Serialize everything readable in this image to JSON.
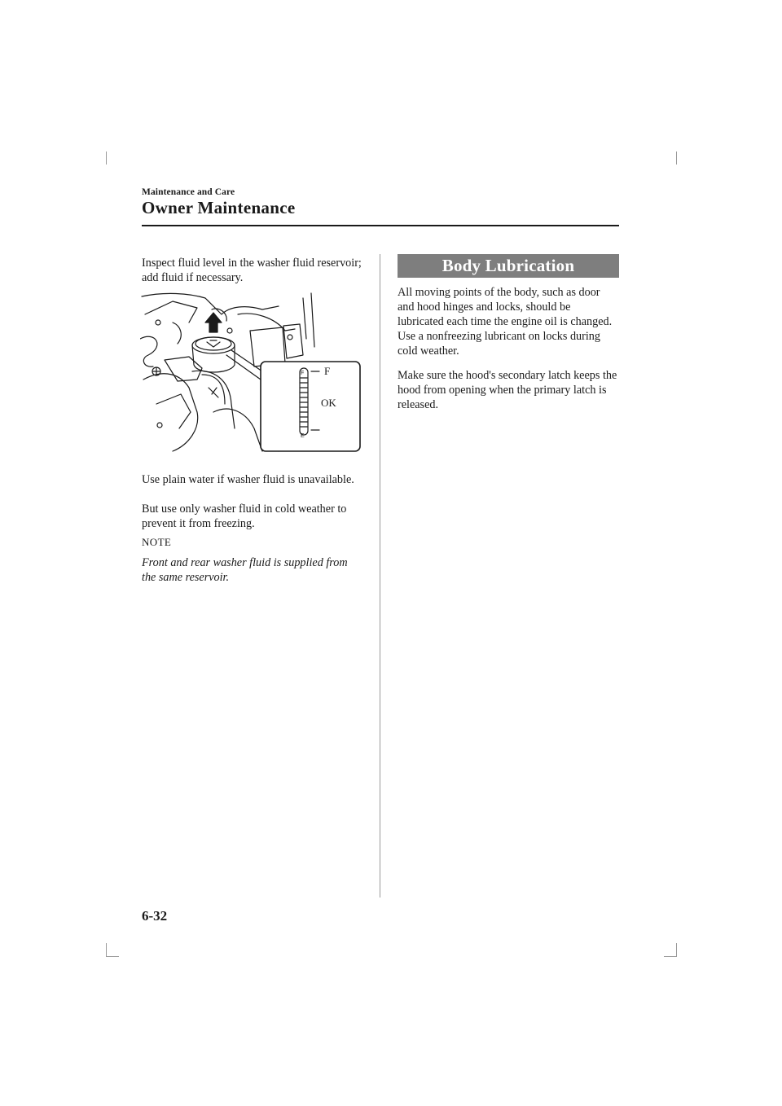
{
  "header": {
    "section_label": "Maintenance and Care",
    "chapter_title": "Owner Maintenance"
  },
  "left_column": {
    "intro": "Inspect fluid level in the washer fluid reservoir; add fluid if necessary.",
    "figure": {
      "label_full": "F",
      "label_ok": "OK",
      "gauge_top_mark": "F",
      "gauge_bottom_mark": "E"
    },
    "para_1": "Use plain water if washer fluid is unavailable.",
    "para_2": "But use only washer fluid in cold weather to prevent it from freezing.",
    "note_label": "NOTE",
    "note_text": "Front and rear washer fluid is supplied from the same reservoir."
  },
  "right_column": {
    "section_title": "Body Lubrication",
    "para_1": "All moving points of the body, such as door and hood hinges and locks, should be lubricated each time the engine oil is changed. Use a nonfreezing lubricant on locks during cold weather.",
    "para_2": "Make sure the hood's secondary latch keeps the hood from opening when the primary latch is released."
  },
  "footer": {
    "page_number": "6-32"
  }
}
